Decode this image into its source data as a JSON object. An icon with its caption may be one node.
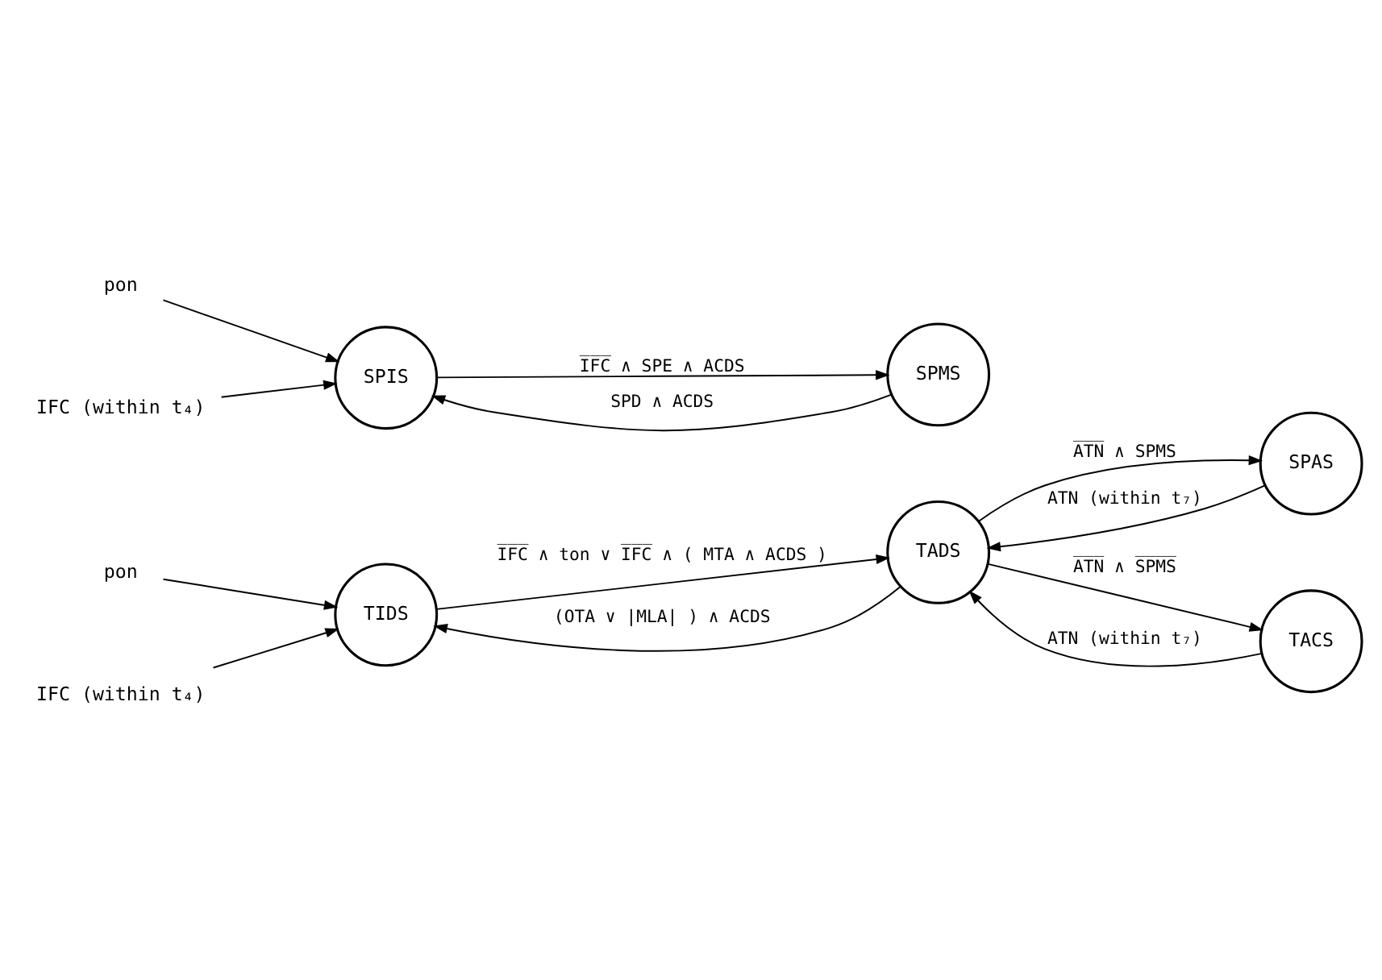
{
  "diagram": {
    "nodes": [
      {
        "text": [
          "pon"
        ]
      },
      {
        "text": [
          "TIDS"
        ]
      },
      {
        "text": [
          "IFC (within t₄)"
        ]
      },
      {
        "text": [
          "TADS"
        ]
      },
      {
        "text": [
          "SPAS"
        ]
      },
      {
        "text": [
          "TACS"
        ]
      },
      {
        "text": [
          "pon"
        ]
      },
      {
        "text": [
          "SPIS"
        ]
      },
      {
        "text": [
          "IFC (within t₄)"
        ]
      },
      {
        "text": [
          "SPMS"
        ]
      }
    ],
    "edges": [
      {
        "from": 0,
        "to": 1,
        "arrow": "to"
      },
      {
        "from": 2,
        "to": 1,
        "arrow": "to"
      },
      {
        "from": 1,
        "to": 3,
        "arrow": "to",
        "label": "I̅F̅C̅ ∧ ton ∨ I̅F̅C̅ ∧ ( MTA ∧ ACDS )"
      },
      {
        "from": 3,
        "to": 1,
        "arrow": "to",
        "label": "(OTA ∨ |MLA| ) ∧ ACDS"
      },
      {
        "from": 3,
        "to": 4,
        "arrow": "to",
        "label": "A̅T̅N̅ ∧ SPMS"
      },
      {
        "from": 4,
        "to": 3,
        "arrow": "to",
        "label": "ATN (within t₇)"
      },
      {
        "from": 3,
        "to": 5,
        "arrow": "to",
        "label": "A̅T̅N̅ ∧ S̅P̅M̅S̅"
      },
      {
        "from": 5,
        "to": 3,
        "arrow": "to",
        "label": "ATN (within t₇)"
      },
      {
        "from": 6,
        "to": 7,
        "arrow": "to"
      },
      {
        "from": 8,
        "to": 7,
        "arrow": "to"
      },
      {
        "from": 7,
        "to": 9,
        "arrow": "to",
        "label": "I̅F̅C̅ ∧ SPE ∧ ACDS"
      },
      {
        "from": 9,
        "to": 7,
        "arrow": "to",
        "label": "SPD ∧ ACDS"
      }
    ]
  }
}
